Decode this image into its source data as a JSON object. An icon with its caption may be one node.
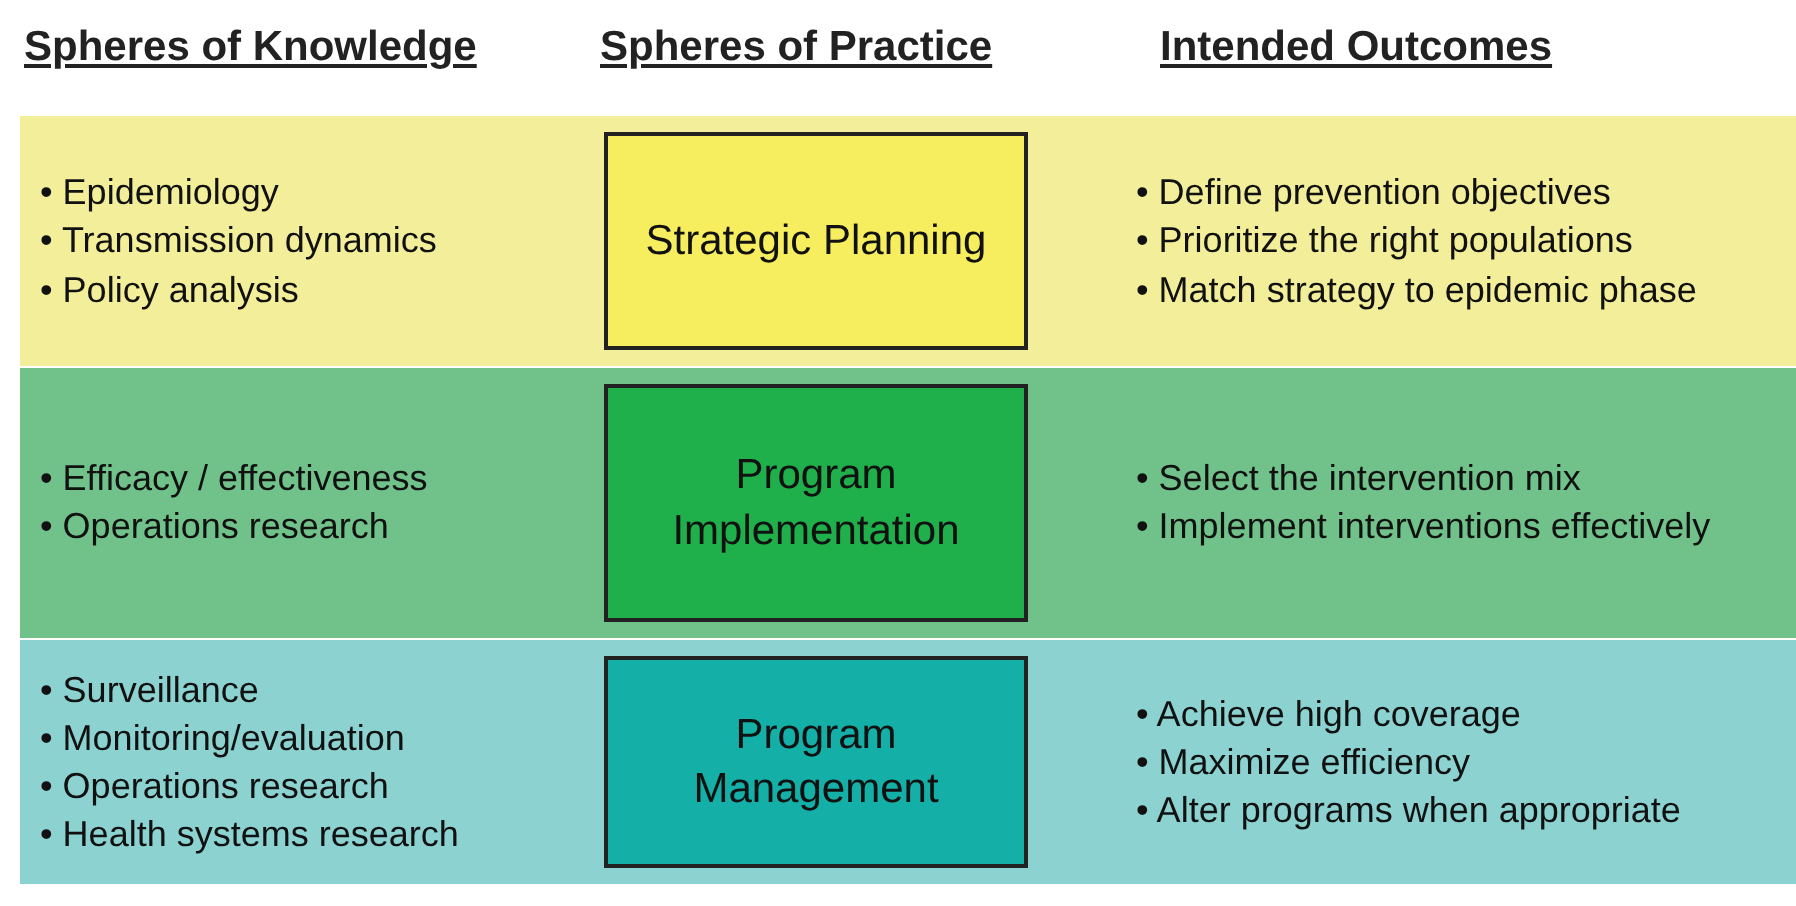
{
  "diagram": {
    "nodes": [
      {
        "text": [
          "• Epidemiology",
          "• Transmission dynamics",
          "• Policy analysis",
          "• Define prevention objectives",
          "• Prioritize the right populations",
          "• Match strategy to epidemic phase"
        ]
      },
      {
        "text": [
          "Strategic Planning"
        ],
        "in": 0
      },
      {
        "text": [
          "• Efficacy / effectiveness",
          "• Operations research",
          "• Select the intervention mix",
          "• Implement interventions effectively"
        ]
      },
      {
        "text": [
          "Program Implementation"
        ],
        "in": 2
      },
      {
        "text": [
          "• Surveillance",
          "• Monitoring/evaluation",
          "• Operations research",
          "• Health systems research",
          "• Achieve high coverage",
          "• Maximize efficiency",
          "• Alter programs when appropriate"
        ]
      },
      {
        "text": [
          "Program Management"
        ],
        "in": 4
      }
    ],
    "edges": [],
    "labels": [
      "Spheres of Knowledge",
      "Spheres of Practice",
      "Intended Outcomes"
    ]
  }
}
